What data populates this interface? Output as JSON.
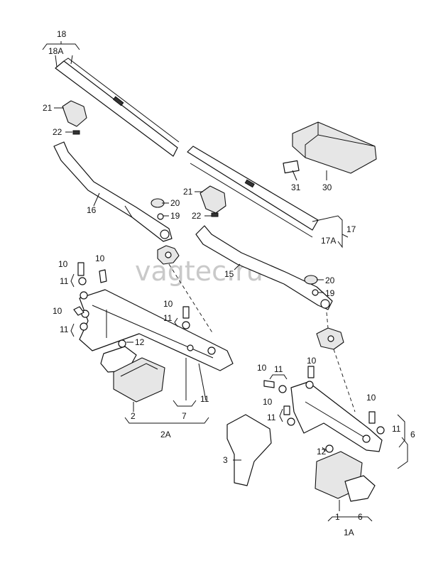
{
  "watermark": "vagtec.ru",
  "callouts": {
    "c18": "18",
    "c18a": "18A",
    "c21a": "21",
    "c22a": "22",
    "c16": "16",
    "c20a": "20",
    "c19a": "19",
    "c30": "30",
    "c31": "31",
    "c21b": "21",
    "c22b": "22",
    "c17": "17",
    "c17a": "17A",
    "c15": "15",
    "c20b": "20",
    "c19b": "19",
    "c10a": "10",
    "c10b": "10",
    "c11a": "11",
    "c10c": "10",
    "c11b": "11",
    "c10d": "10",
    "c11c": "11",
    "c12a": "12",
    "c2": "2",
    "c7": "7",
    "c11d": "11",
    "c2a": "2A",
    "c10e": "10",
    "c11e": "11",
    "c10f": "10",
    "c10g": "10",
    "c11f": "11",
    "c10h": "10",
    "c11g": "11",
    "c6a": "6",
    "c3": "3",
    "c12b": "12",
    "c1": "1",
    "c6b": "6",
    "c1a": "1A"
  }
}
